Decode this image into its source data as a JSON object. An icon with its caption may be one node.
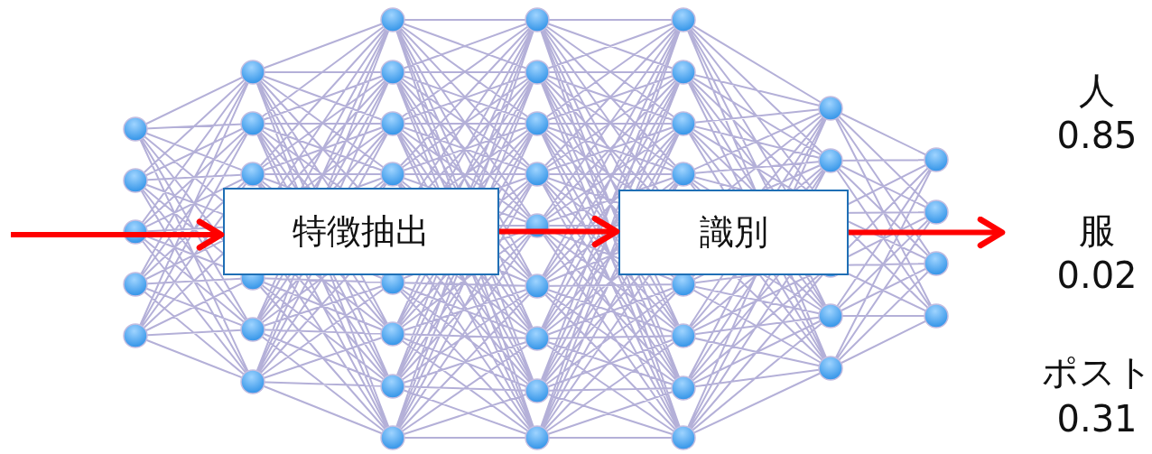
{
  "diagram": {
    "nodes": [
      {
        "text": [
          "特徴抽出"
        ]
      },
      {
        "text": [
          "識別"
        ]
      }
    ],
    "edges": [
      {
        "from": null,
        "to": 0,
        "arrow": "to"
      },
      {
        "from": 0,
        "to": 1,
        "arrow": "to"
      },
      {
        "from": 1,
        "to": null,
        "arrow": "to"
      }
    ],
    "labels": [
      "人",
      "0.85",
      "服",
      "0.02",
      "ポスト",
      "0.31"
    ]
  }
}
